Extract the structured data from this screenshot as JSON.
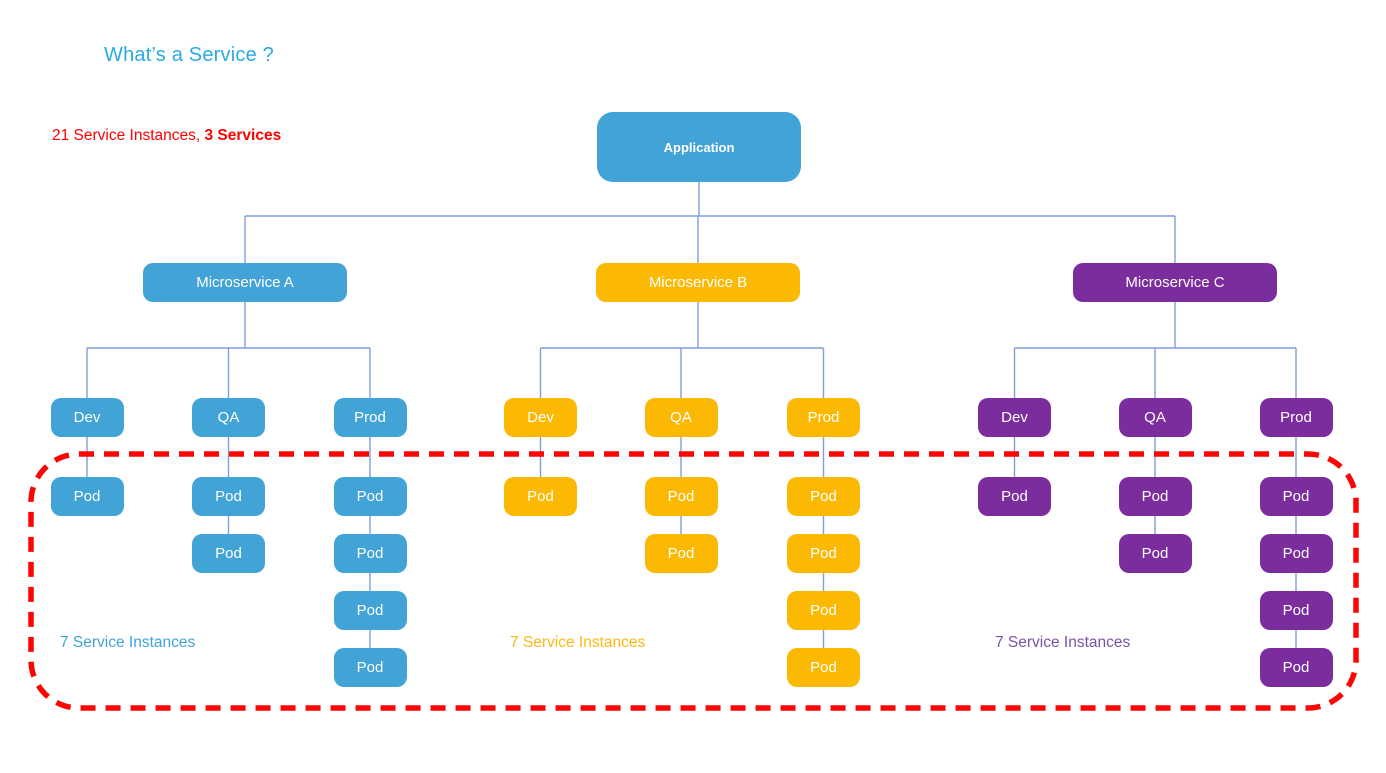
{
  "title": "What’s a Service ?",
  "subtitle": {
    "prefix": "21 Service Instances, ",
    "bold": "3 Services"
  },
  "root": {
    "label": "Application",
    "color": "#41A3D6"
  },
  "pod_label": "Pod",
  "colors": {
    "title": "#29ABE2",
    "subtitle": "#FF0000",
    "connector": "#7E9FD8",
    "boundary": "#FB0505"
  },
  "groups": [
    {
      "label": "Microservice A",
      "color": "#41A3D6",
      "label_color": "#41A3D6",
      "instances_label": "7 Service Instances",
      "environments": [
        {
          "label": "Dev",
          "pods": 1
        },
        {
          "label": "QA",
          "pods": 2
        },
        {
          "label": "Prod",
          "pods": 4
        }
      ]
    },
    {
      "label": "Microservice B",
      "color": "#FCB903",
      "label_color": "#FDB913",
      "instances_label": "7 Service Instances",
      "environments": [
        {
          "label": "Dev",
          "pods": 1
        },
        {
          "label": "QA",
          "pods": 2
        },
        {
          "label": "Prod",
          "pods": 4
        }
      ]
    },
    {
      "label": "Microservice C",
      "color": "#7B2C9D",
      "label_color": "#7A52A8",
      "instances_label": "7 Service Instances",
      "environments": [
        {
          "label": "Dev",
          "pods": 1
        },
        {
          "label": "QA",
          "pods": 2
        },
        {
          "label": "Prod",
          "pods": 4
        }
      ]
    }
  ]
}
